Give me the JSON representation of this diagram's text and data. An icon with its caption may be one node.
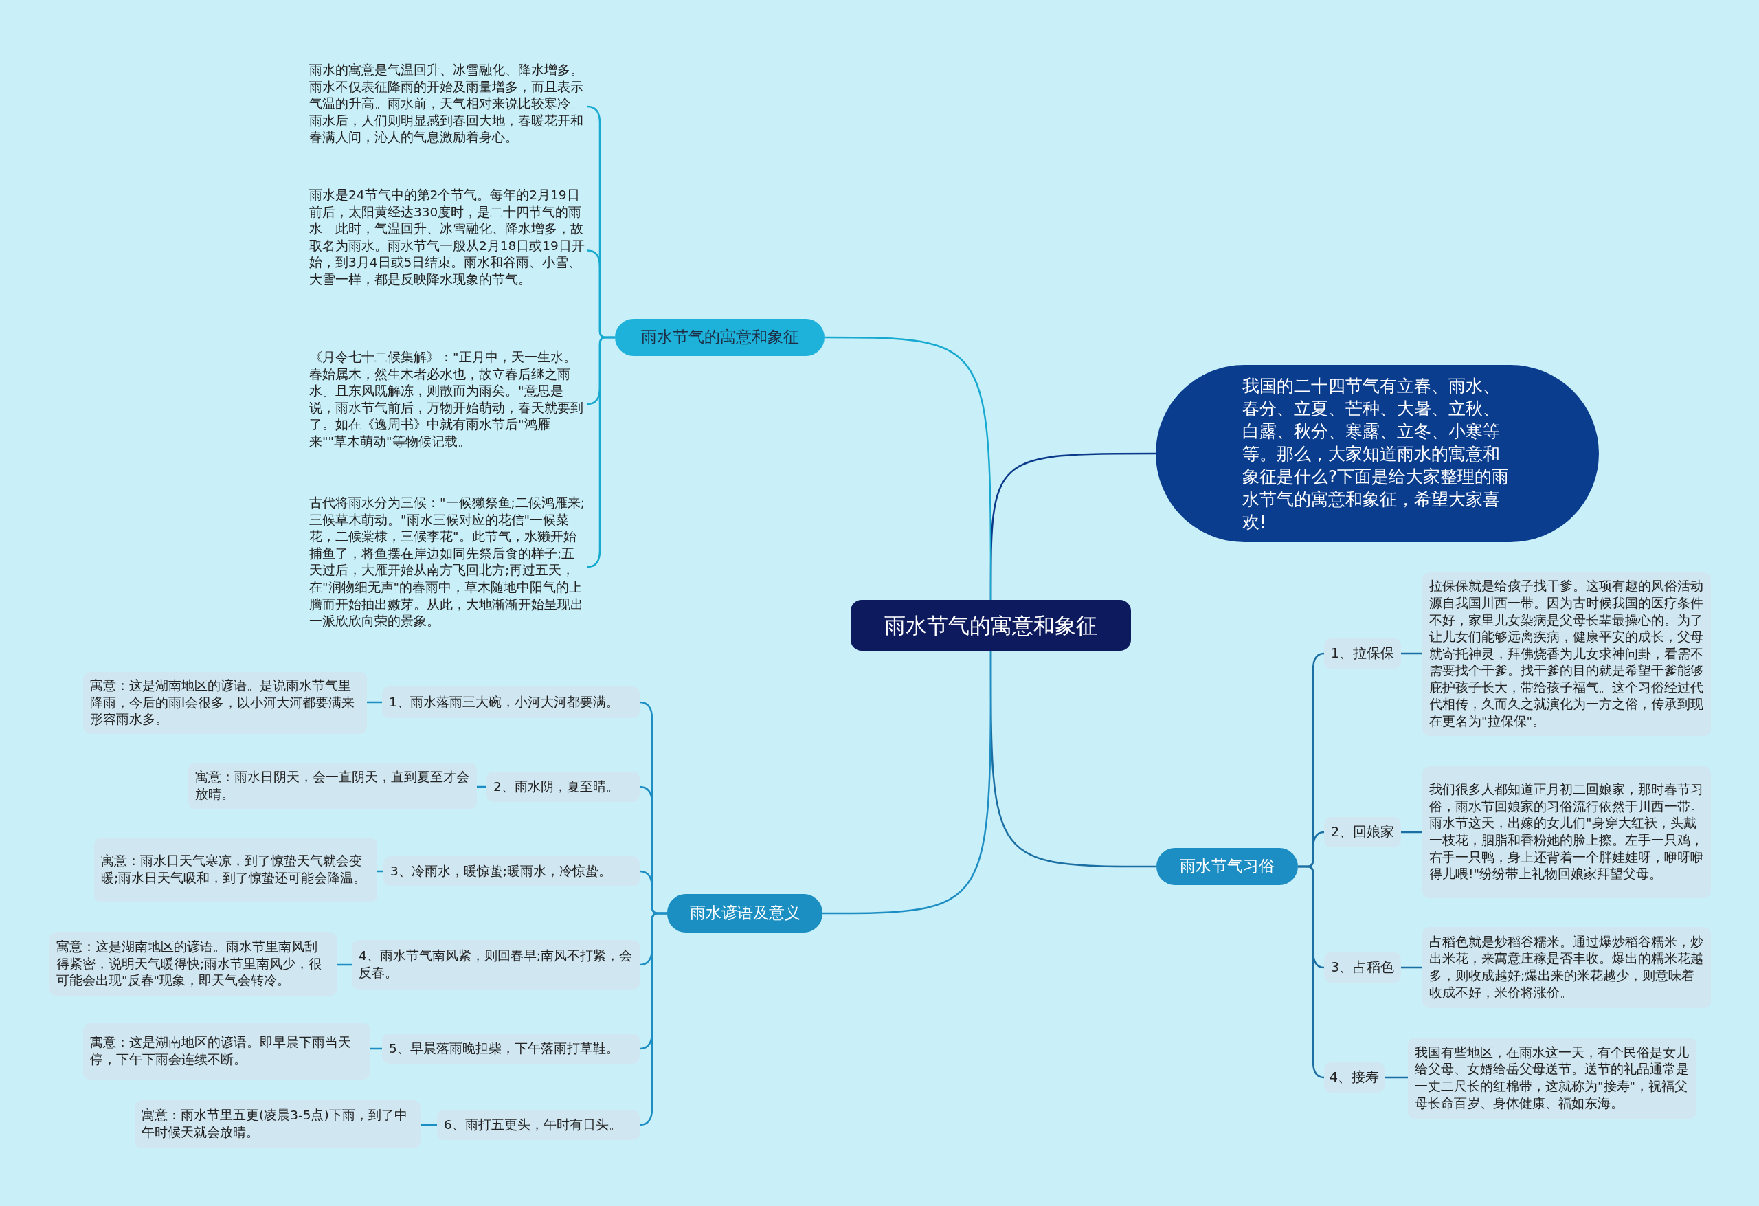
{
  "diagram": {
    "nodes": [
      {
        "text": [
          "雨水节气的寓意和象征"
        ]
      },
      {
        "text": [
          "我国的二十四节气有立春、雨水、春分、立夏、芒种、大暑、立秋、白露、秋分、寒露、立冬、小寒等等。那么，大家知道雨水的寓意和象征是什么?下面是给大家整理的雨水节气的寓意和象征，希望大家喜欢!"
        ]
      },
      {
        "text": [
          "雨水节气的寓意和象征"
        ]
      },
      {
        "text": [
          "雨水的寓意是气温回升、冰雪融化、降水增多。雨水不仅表征降雨的开始及雨量增多，而且表示气温的升高。雨水前，天气相对来说比较寒冷。雨水后，人们则明显感到春回大地，春暖花开和春满人间，沁人的气息激励着身心。"
        ]
      },
      {
        "text": [
          "雨水是24节气中的第2个节气。每年的2月19日前后，太阳黄经达330度时，是二十四节气的雨水。此时，气温回升、冰雪融化、降水增多，故取名为雨水。雨水节气一般从2月18日或19日开始，到3月4日或5日结束。雨水和谷雨、小雪、大雪一样，都是反映降水现象的节气。"
        ]
      },
      {
        "text": [
          "《月令七十二候集解》：\"正月中，天一生水。春始属木，然生木者必水也，故立春后继之雨水。且东风既解冻，则散而为雨矣。\"意思是说，雨水节气前后，万物开始萌动，春天就要到了。如在《逸周书》中就有雨水节后\"鸿雁来\"\"草木萌动\"等物候记载。"
        ]
      },
      {
        "text": [
          "古代将雨水分为三候：\"一候獭祭鱼;二候鸿雁来;三候草木萌动。\"雨水三候对应的花信\"一候菜花，二候棠棣，三候李花\"。此节气，水獭开始捕鱼了，将鱼摆在岸边如同先祭后食的样子;五天过后，大雁开始从南方飞回北方;再过五天，在\"润物细无声\"的春雨中，草木随地中阳气的上腾而开始抽出嫩芽。从此，大地渐渐开始呈现出一派欣欣向荣的景象。"
        ]
      },
      {
        "text": [
          "雨水节气习俗"
        ]
      },
      {
        "text": [
          "1、拉保保"
        ]
      },
      {
        "text": [
          "拉保保就是给孩子找干爹。这项有趣的风俗活动源自我国川西一带。因为古时候我国的医疗条件不好，家里儿女染病是父母长辈最操心的。为了让儿女们能够远离疾病，健康平安的成长，父母就寄托神灵，拜佛烧香为儿女求神问卦，看需不需要找个干爹。找干爹的目的就是希望干爹能够庇护孩子长大，带给孩子福气。这个习俗经过代代相传，久而久之就演化为一方之俗，传承到现在更名为\"拉保保\"。"
        ]
      },
      {
        "text": [
          "2、回娘家"
        ]
      },
      {
        "text": [
          "我们很多人都知道正月初二回娘家，那时春节习俗，雨水节回娘家的习俗流行依然于川西一带。雨水节这天，出嫁的女儿们\"身穿大红袄，头戴一枝花，胭脂和香粉她的脸上擦。左手一只鸡，右手一只鸭，身上还背着一个胖娃娃呀，咿呀咿得儿喂!\"纷纷带上礼物回娘家拜望父母。"
        ]
      },
      {
        "text": [
          "3、占稻色"
        ]
      },
      {
        "text": [
          "占稻色就是炒稻谷糯米。通过爆炒稻谷糯米，炒出米花，来寓意庄稼是否丰收。爆出的糯米花越多，则收成越好;爆出来的米花越少，则意味着收成不好，米价将涨价。"
        ]
      },
      {
        "text": [
          "4、接寿"
        ]
      },
      {
        "text": [
          "我国有些地区，在雨水这一天，有个民俗是女儿给父母、女婿给岳父母送节。送节的礼品通常是一丈二尺长的红棉带，这就称为\"接寿\"，祝福父母长命百岁、身体健康、福如东海。"
        ]
      },
      {
        "text": [
          "雨水谚语及意义"
        ]
      },
      {
        "text": [
          "1、雨水落雨三大碗，小河大河都要满。"
        ]
      },
      {
        "text": [
          "寓意：这是湖南地区的谚语。是说雨水节气里降雨，今后的雨l会很多，以小河大河都要满来形容雨水多。"
        ]
      },
      {
        "text": [
          "2、雨水阴，夏至晴。"
        ]
      },
      {
        "text": [
          "寓意：雨水日阴天，会一直阴天，直到夏至才会放晴。"
        ]
      },
      {
        "text": [
          "3、冷雨水，暖惊蛰;暖雨水，冷惊蛰。"
        ]
      },
      {
        "text": [
          "寓意：雨水日天气寒凉，到了惊蛰天气就会变暖;雨水日天气吸和，到了惊蛰还可能会降温。"
        ]
      },
      {
        "text": [
          "4、雨水节气南风紧，则回春早;南风不打紧，会反春。"
        ]
      },
      {
        "text": [
          "寓意：这是湖南地区的谚语。雨水节里南风刮得紧密，说明天气暖得快;雨水节里南风少，很可能会出现\"反春\"现象，即天气会转冷。"
        ]
      },
      {
        "text": [
          "5、早晨落雨晚担柴，下午落雨打草鞋。"
        ]
      },
      {
        "text": [
          "寓意：这是湖南地区的谚语。即早晨下雨当天停，下午下雨会连续不断。"
        ]
      },
      {
        "text": [
          "6、雨打五更头，午时有日头。"
        ]
      },
      {
        "text": [
          "寓意：雨水节里五更(凌晨3-5点)下雨，到了中午时候天就会放晴。"
        ]
      }
    ],
    "edges": [
      {
        "from": 0,
        "to": 1,
        "arrow": "none",
        "color": "#0b3a8a"
      },
      {
        "from": 0,
        "to": 2,
        "arrow": "none",
        "color": "#17a9cf"
      },
      {
        "from": 2,
        "to": 3,
        "arrow": "none",
        "color": "#17a9cf"
      },
      {
        "from": 2,
        "to": 4,
        "arrow": "none",
        "color": "#17a9cf"
      },
      {
        "from": 2,
        "to": 5,
        "arrow": "none",
        "color": "#17a9cf"
      },
      {
        "from": 2,
        "to": 6,
        "arrow": "none",
        "color": "#17a9cf"
      },
      {
        "from": 0,
        "to": 7,
        "arrow": "none",
        "color": "#1b6fa3"
      },
      {
        "from": 7,
        "to": 8,
        "arrow": "none",
        "color": "#1b6fa3"
      },
      {
        "from": 8,
        "to": 9,
        "arrow": "none",
        "color": "#1b6fa3"
      },
      {
        "from": 7,
        "to": 10,
        "arrow": "none",
        "color": "#1b6fa3"
      },
      {
        "from": 10,
        "to": 11,
        "arrow": "none",
        "color": "#1b6fa3"
      },
      {
        "from": 7,
        "to": 12,
        "arrow": "none",
        "color": "#1b6fa3"
      },
      {
        "from": 12,
        "to": 13,
        "arrow": "none",
        "color": "#1b6fa3"
      },
      {
        "from": 7,
        "to": 14,
        "arrow": "none",
        "color": "#1b6fa3"
      },
      {
        "from": 14,
        "to": 15,
        "arrow": "none",
        "color": "#1b6fa3"
      },
      {
        "from": 0,
        "to": 16,
        "arrow": "none"
      },
      {
        "from": 16,
        "to": 17,
        "arrow": "none"
      },
      {
        "from": 17,
        "to": 18,
        "arrow": "none"
      },
      {
        "from": 16,
        "to": 19,
        "arrow": "none"
      },
      {
        "from": 19,
        "to": 20,
        "arrow": "none"
      },
      {
        "from": 16,
        "to": 21,
        "arrow": "none"
      },
      {
        "from": 21,
        "to": 22,
        "arrow": "none"
      },
      {
        "from": 16,
        "to": 23,
        "arrow": "none"
      },
      {
        "from": 23,
        "to": 24,
        "arrow": "none"
      },
      {
        "from": 16,
        "to": 25,
        "arrow": "none"
      },
      {
        "from": 25,
        "to": 26,
        "arrow": "none"
      },
      {
        "from": 16,
        "to": 27,
        "arrow": "none"
      },
      {
        "from": 27,
        "to": 28,
        "arrow": "none"
      }
    ]
  }
}
